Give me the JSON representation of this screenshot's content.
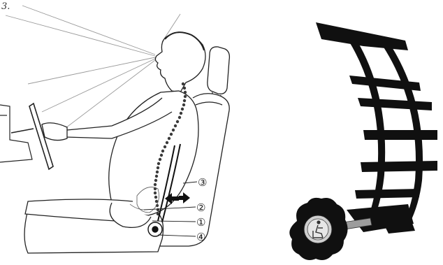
{
  "figure": {
    "label": "3."
  },
  "callouts": [
    {
      "id": "3",
      "text": "③"
    },
    {
      "id": "2",
      "text": "②"
    },
    {
      "id": "1",
      "text": "①"
    },
    {
      "id": "4",
      "text": "④"
    }
  ],
  "colors": {
    "line": "#222222",
    "sight_lines": "#9a9a9a",
    "spine": "#3a3a3a",
    "support_black": "#101010",
    "knob_grey": "#cfcfcf"
  }
}
